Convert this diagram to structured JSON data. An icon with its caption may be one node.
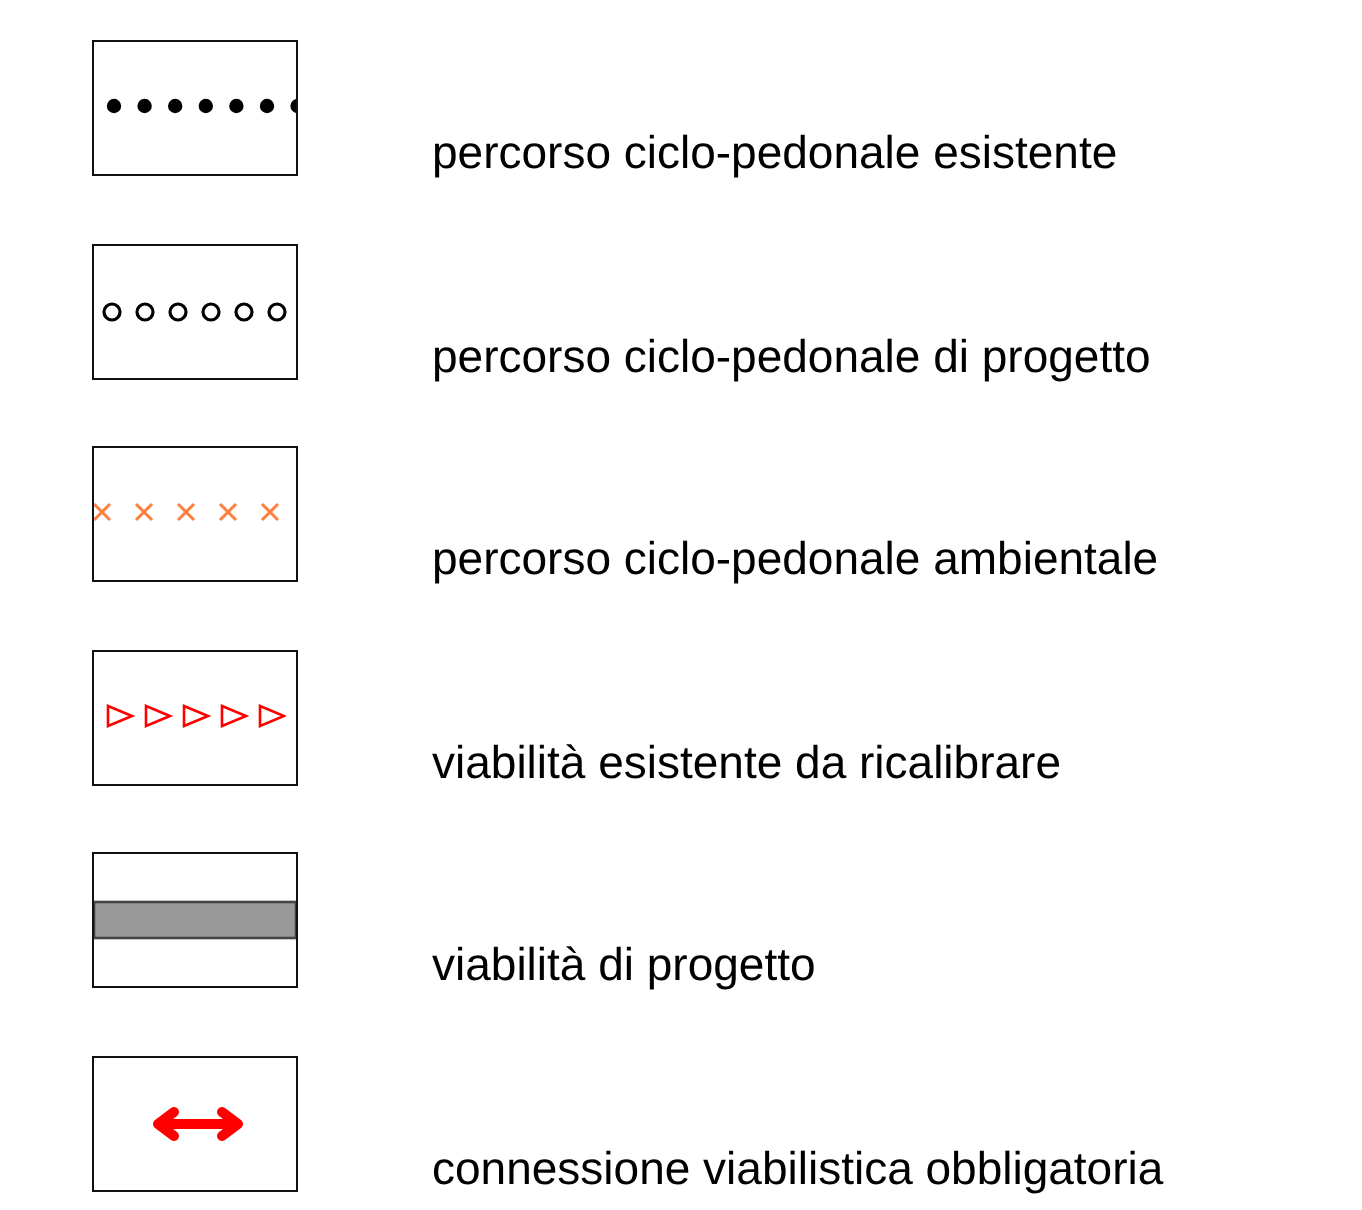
{
  "diagram": {
    "legend": [
      {
        "text": "percorso ciclo-pedonale esistente"
      },
      {
        "text": "percorso ciclo-pedonale di progetto"
      },
      {
        "text": "percorso ciclo-pedonale ambientale"
      },
      {
        "text": "viabilità esistente da ricalibrare"
      },
      {
        "text": "viabilità di progetto"
      },
      {
        "text": "connessione viabilistica obbligatoria"
      }
    ]
  }
}
